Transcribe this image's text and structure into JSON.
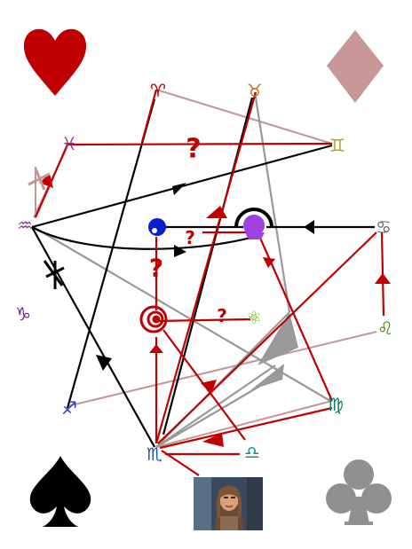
{
  "colors": {
    "red": "#c00000",
    "black": "#000000",
    "gray": "#999999",
    "pink": "#c49696",
    "purple": "#a040e0",
    "blue": "#0a1ed0",
    "card_heart": "#c00000",
    "card_diamond": "#c89898",
    "card_spade": "#000000",
    "card_club": "#909090"
  },
  "suits": [
    {
      "id": "heart",
      "icon": "heart-icon",
      "color": "#c00000"
    },
    {
      "id": "diamond",
      "icon": "diamond-icon",
      "color": "#c89898"
    },
    {
      "id": "spade",
      "icon": "spade-icon",
      "color": "#000000"
    },
    {
      "id": "club",
      "icon": "club-icon",
      "color": "#909090"
    }
  ],
  "signs": [
    {
      "id": "aries",
      "glyph": "♈",
      "icon": "aries-icon",
      "color": "#c00000"
    },
    {
      "id": "taurus",
      "glyph": "♉",
      "icon": "taurus-icon",
      "color": "#c07820"
    },
    {
      "id": "gemini",
      "glyph": "♊",
      "icon": "gemini-icon",
      "color": "#b0a030"
    },
    {
      "id": "cancer",
      "glyph": "♋",
      "icon": "cancer-icon",
      "color": "#666666"
    },
    {
      "id": "leo",
      "glyph": "♌",
      "icon": "leo-icon",
      "color": "#4a7a10"
    },
    {
      "id": "virgo",
      "glyph": "♍",
      "icon": "virgo-icon",
      "color": "#10806a"
    },
    {
      "id": "libra",
      "glyph": "♎",
      "icon": "libra-icon",
      "color": "#109080"
    },
    {
      "id": "scorpio",
      "glyph": "♏",
      "icon": "scorpio-icon",
      "color": "#2050b0"
    },
    {
      "id": "sagittarius",
      "glyph": "♐",
      "icon": "sagittarius-icon",
      "color": "#2040d0"
    },
    {
      "id": "capricorn",
      "glyph": "♑",
      "icon": "capricorn-icon",
      "color": "#6a2090"
    },
    {
      "id": "aquarius",
      "glyph": "♒",
      "icon": "aquarius-icon",
      "color": "#8a3a9a"
    },
    {
      "id": "pisces",
      "glyph": "♓",
      "icon": "pisces-icon",
      "color": "#9a2a8a"
    }
  ],
  "symbols": [
    {
      "id": "atom",
      "glyph": "⚛",
      "icon": "atom-icon",
      "color": "#60c000"
    }
  ],
  "question_marks": [
    "?",
    "?",
    "?",
    "?"
  ],
  "photo": {
    "icon": "portrait-photo"
  }
}
